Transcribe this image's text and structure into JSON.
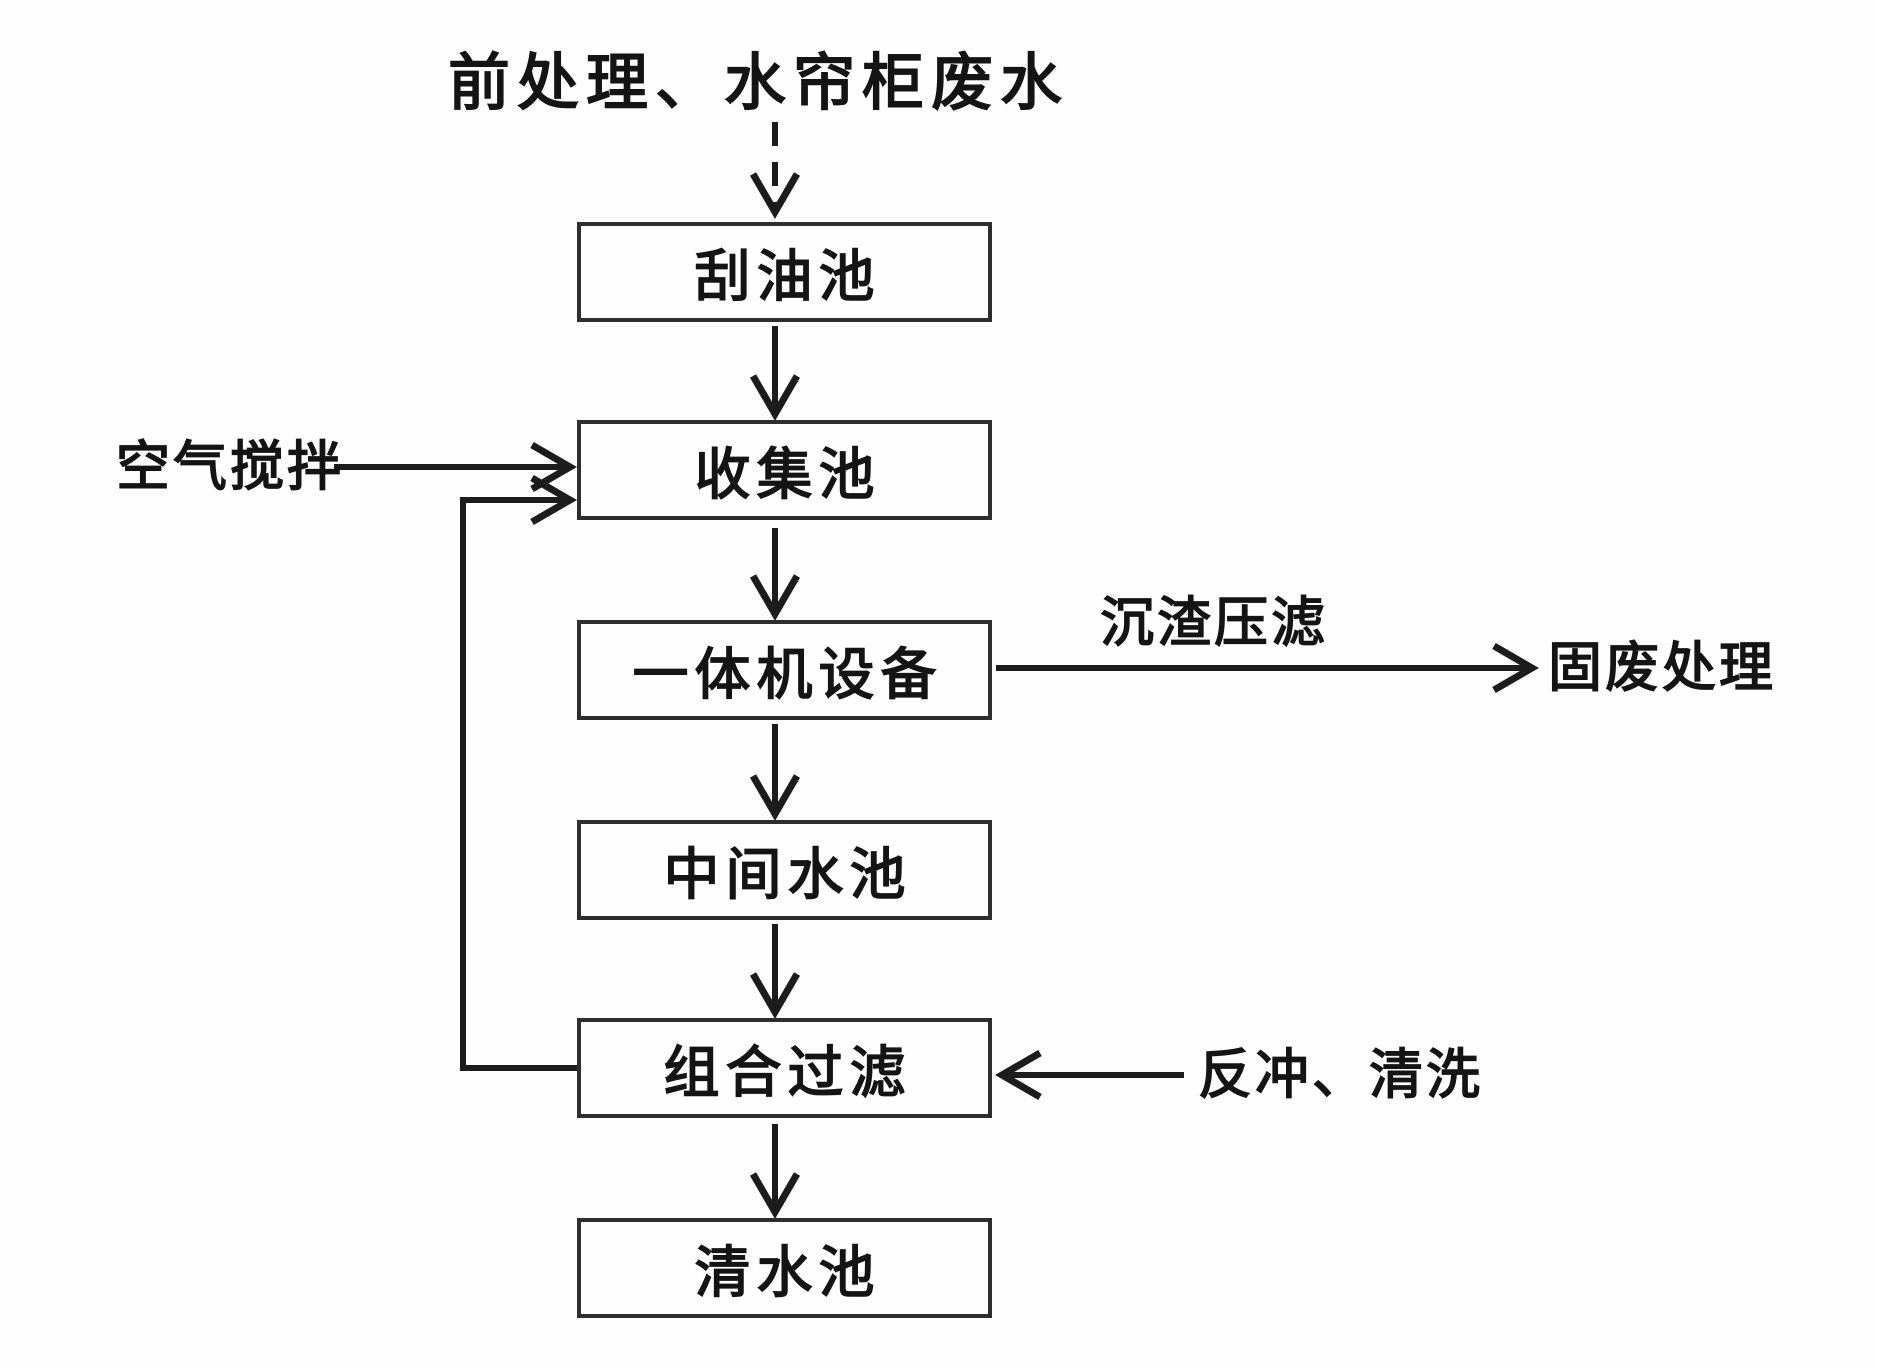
{
  "diagram": {
    "title": "前处理、水帘柜废水",
    "nodes": [
      {
        "id": "oil-scraping-tank",
        "label": "刮油池"
      },
      {
        "id": "collection-tank",
        "label": "收集池"
      },
      {
        "id": "integrated-machine",
        "label": "一体机设备"
      },
      {
        "id": "intermediate-water-tank",
        "label": "中间水池"
      },
      {
        "id": "combined-filter",
        "label": "组合过滤"
      },
      {
        "id": "clean-water-tank",
        "label": "清水池"
      }
    ],
    "side_labels": {
      "air_agitation": "空气搅拌",
      "sludge_press_filtration": "沉渣压滤",
      "solid_waste_treatment": "固废处理",
      "backwash_cleaning": "反冲、清洗"
    },
    "edges": [
      {
        "from": "source-wastewater",
        "to": "oil-scraping-tank",
        "style": "dashed"
      },
      {
        "from": "oil-scraping-tank",
        "to": "collection-tank",
        "style": "solid"
      },
      {
        "from": "air-agitation",
        "to": "collection-tank",
        "style": "solid"
      },
      {
        "from": "collection-tank",
        "to": "integrated-machine",
        "style": "solid"
      },
      {
        "from": "integrated-machine",
        "to": "solid-waste-treatment",
        "style": "solid",
        "label": "沉渣压滤"
      },
      {
        "from": "integrated-machine",
        "to": "intermediate-water-tank",
        "style": "solid"
      },
      {
        "from": "intermediate-water-tank",
        "to": "combined-filter",
        "style": "solid"
      },
      {
        "from": "backwash-cleaning",
        "to": "combined-filter",
        "style": "solid"
      },
      {
        "from": "combined-filter",
        "to": "collection-tank",
        "style": "solid",
        "note": "recycle"
      },
      {
        "from": "combined-filter",
        "to": "clean-water-tank",
        "style": "solid"
      }
    ],
    "colors": {
      "line": "#1c1c1c",
      "box_border": "#2e2e2e",
      "background": "#fdfdfd",
      "text": "#141414"
    }
  }
}
